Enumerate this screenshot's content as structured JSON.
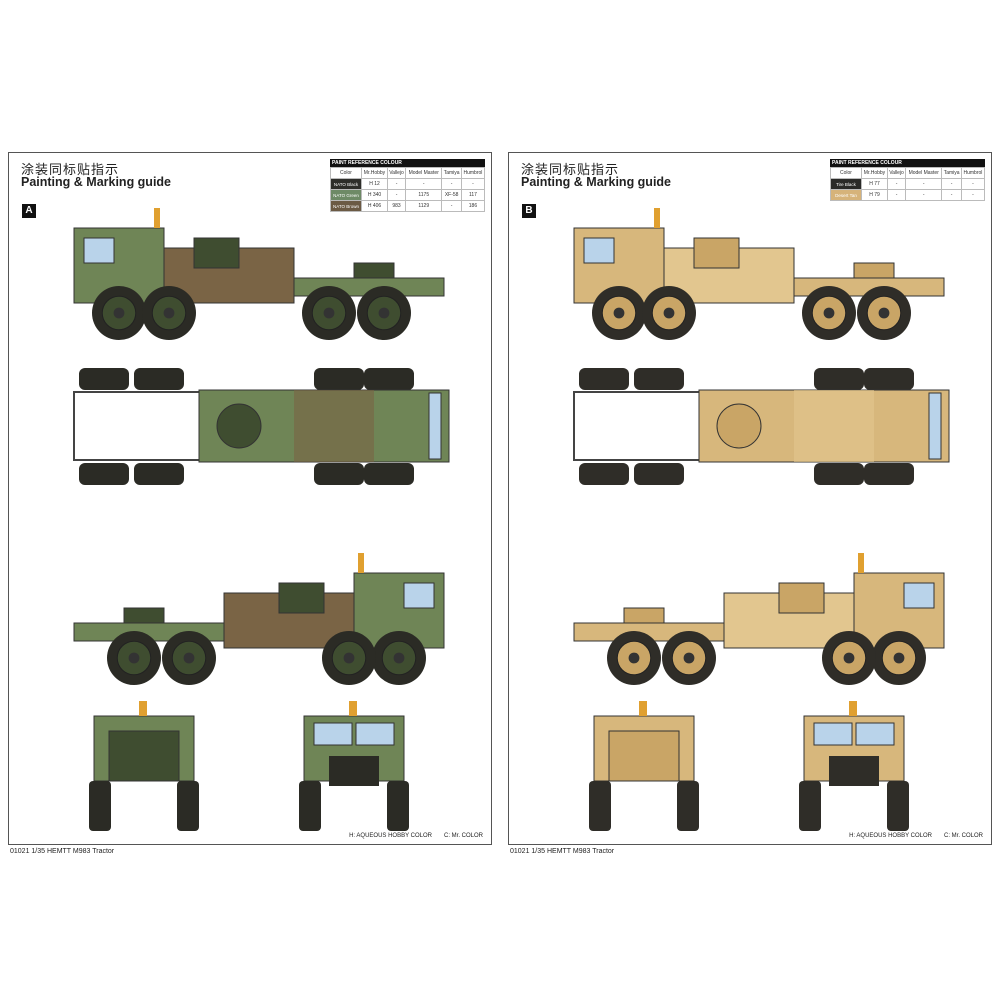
{
  "pages": [
    {
      "id": "A",
      "title_zh": "涂装同标贴指示",
      "title_en": "Painting & Marking guide",
      "scheme": "A",
      "ref_title": "PAINT REFERENCE COLOUR",
      "ref_headers": [
        "Color",
        "Mr.Hobby",
        "Vallejo",
        "Model Master",
        "Tamiya",
        "Humbrol"
      ],
      "ref_rows": [
        {
          "color": "NATO Black",
          "swatch": "#2e2e2a",
          "code": "H 12",
          "vals": [
            "-",
            "-",
            "-",
            "-"
          ]
        },
        {
          "color": "NATO Green",
          "swatch": "#6e8a66",
          "code": "H 340",
          "vals": [
            "-",
            "1175",
            "XF-58",
            "117"
          ]
        },
        {
          "color": "NATO Brown",
          "swatch": "#6b5a44",
          "code": "H 406",
          "vals": [
            "983",
            "1129",
            "-",
            "186"
          ]
        }
      ],
      "legend_h": "H: AQUEOUS HOBBY COLOR",
      "legend_c": "C: Mr. COLOR",
      "footer": "01021  1/35  HEMTT M983 Tractor"
    },
    {
      "id": "B",
      "title_zh": "涂装同标贴指示",
      "title_en": "Painting & Marking guide",
      "scheme": "B",
      "ref_title": "PAINT REFERENCE COLOUR",
      "ref_headers": [
        "Color",
        "Mr.Hobby",
        "Vallejo",
        "Model Master",
        "Tamiya",
        "Humbrol"
      ],
      "ref_rows": [
        {
          "color": "Tire Black",
          "swatch": "#2a2a28",
          "code": "H 77",
          "vals": [
            "-",
            "-",
            "-",
            "-"
          ]
        },
        {
          "color": "Desert Tan",
          "swatch": "#d6b37a",
          "code": "H 79",
          "vals": [
            "-",
            "-",
            "-",
            "-"
          ]
        }
      ],
      "legend_h": "H: AQUEOUS HOBBY COLOR",
      "legend_c": "C: Mr. COLOR",
      "footer": "01021  1/35  HEMTT M983 Tractor"
    }
  ],
  "schemes": {
    "A": {
      "base": "#6f8556",
      "c2": "#3f4d30",
      "c3": "#7a6445",
      "c4": "#2b2b25",
      "glass": "#b9d3ea"
    },
    "B": {
      "base": "#d7b77c",
      "c2": "#c9a566",
      "c3": "#e2c68f",
      "c4": "#2f2d28",
      "glass": "#b9d3ea"
    }
  }
}
